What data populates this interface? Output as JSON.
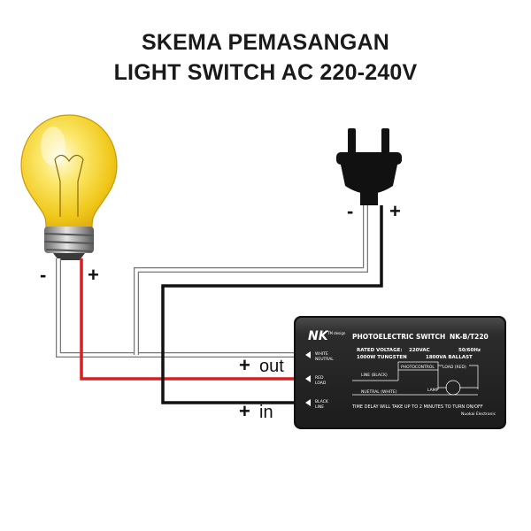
{
  "title": {
    "line1": "SKEMA PEMASANGAN",
    "line2": "LIGHT SWITCH AC 220-240V"
  },
  "lamp": {
    "minus": "-",
    "plus": "+"
  },
  "plug": {
    "minus": "-",
    "plus": "+"
  },
  "io": {
    "out_sign": "+",
    "out_label": "out",
    "in_sign": "+",
    "in_label": "in"
  },
  "device": {
    "logo": "NK",
    "logo_sub": "TM design",
    "name": "PHOTOELECTRIC SWITCH",
    "model": "NK-B/T220",
    "rated_label": "RATED VOLTAGE:",
    "rated_value": "220VAC",
    "freq": "50/60Hz",
    "tungsten": "1000W  TUNGSTEN",
    "ballast": "1800VA BALLAST",
    "terminal_white": [
      "WHITE",
      "NEUTRAL"
    ],
    "terminal_red": [
      "RED",
      "LOAD"
    ],
    "terminal_black": [
      "BLACK",
      "LINE"
    ],
    "line_black": "LINE (BLACK)",
    "photocontrol": "PHOTOCONTROL",
    "load_red": "LOAD (RED)",
    "lamp": "LAMP",
    "neutral_white": "NUETRAL (WHITE)",
    "delay": "TIME DELAY WILL TAKE UP TO 2 MINUTES TO TURN ON/OFF",
    "maker": "Nuokai Electronic"
  },
  "colors": {
    "wire_red": "#d42020",
    "wire_black": "#111111",
    "wire_white": "#ffffff",
    "device_body": "#2d2d2d",
    "bulb": "#f6d21c"
  }
}
